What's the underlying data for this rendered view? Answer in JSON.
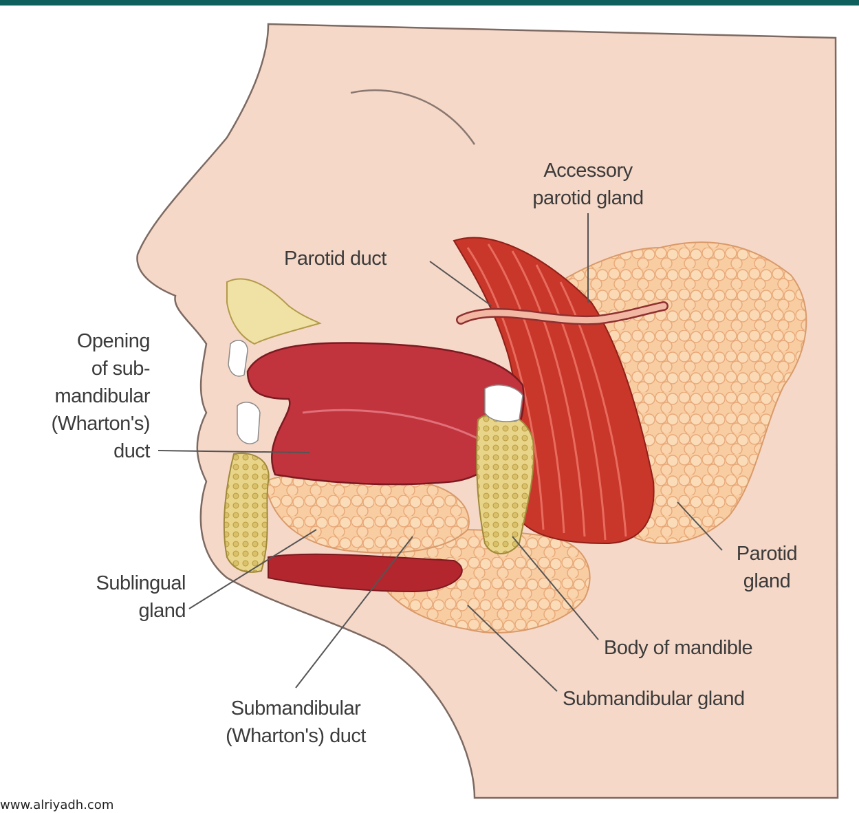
{
  "labels": {
    "accessory_parotid_1": "Accessory",
    "accessory_parotid_2": "parotid gland",
    "parotid_duct": "Parotid duct",
    "opening_1": "Opening",
    "opening_2": "of sub-",
    "opening_3": "mandibular",
    "opening_4": "(Wharton's)",
    "opening_5": "duct",
    "sublingual_1": "Sublingual",
    "sublingual_2": "gland",
    "parotid_gland_1": "Parotid",
    "parotid_gland_2": "gland",
    "body_of_mandible": "Body of mandible",
    "submandibular_gland": "Submandibular gland",
    "submandibular_duct_1": "Submandibular",
    "submandibular_duct_2": "(Wharton's) duct"
  },
  "watermark": "www.alriyadh.com",
  "colors": {
    "frame_bar": "#0f5f5c",
    "skin": "#f6d8c8",
    "gland": "#f9c99a",
    "muscle": "#c9362a",
    "tongue": "#c2343d",
    "bone": "#eedd9a",
    "text": "#3b3b3b"
  }
}
